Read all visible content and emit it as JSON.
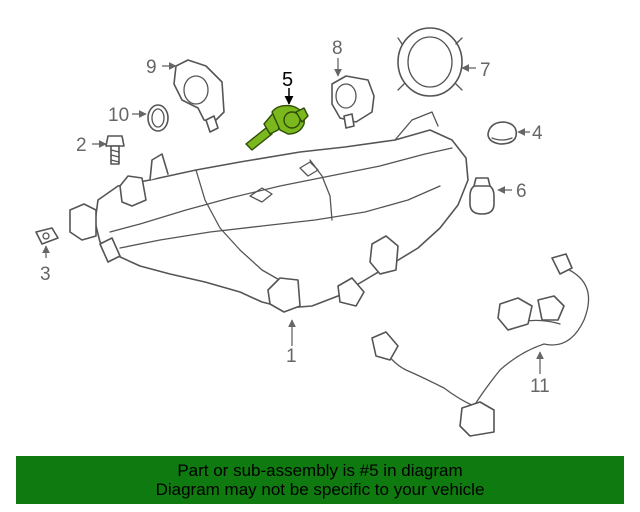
{
  "callouts": {
    "c1": "1",
    "c2": "2",
    "c3": "3",
    "c4": "4",
    "c5": "5",
    "c6": "6",
    "c7": "7",
    "c8": "8",
    "c9": "9",
    "c10": "10",
    "c11": "11"
  },
  "highlighted_part": "5",
  "colors": {
    "highlight_part": "#7ab81e",
    "banner_background": "#0f7a0f",
    "banner_text": "#000000",
    "line_art": "#555555"
  },
  "banner": {
    "line1": "Part or sub-assembly is #5 in diagram",
    "line2": "Diagram may not be specific to your vehicle"
  }
}
